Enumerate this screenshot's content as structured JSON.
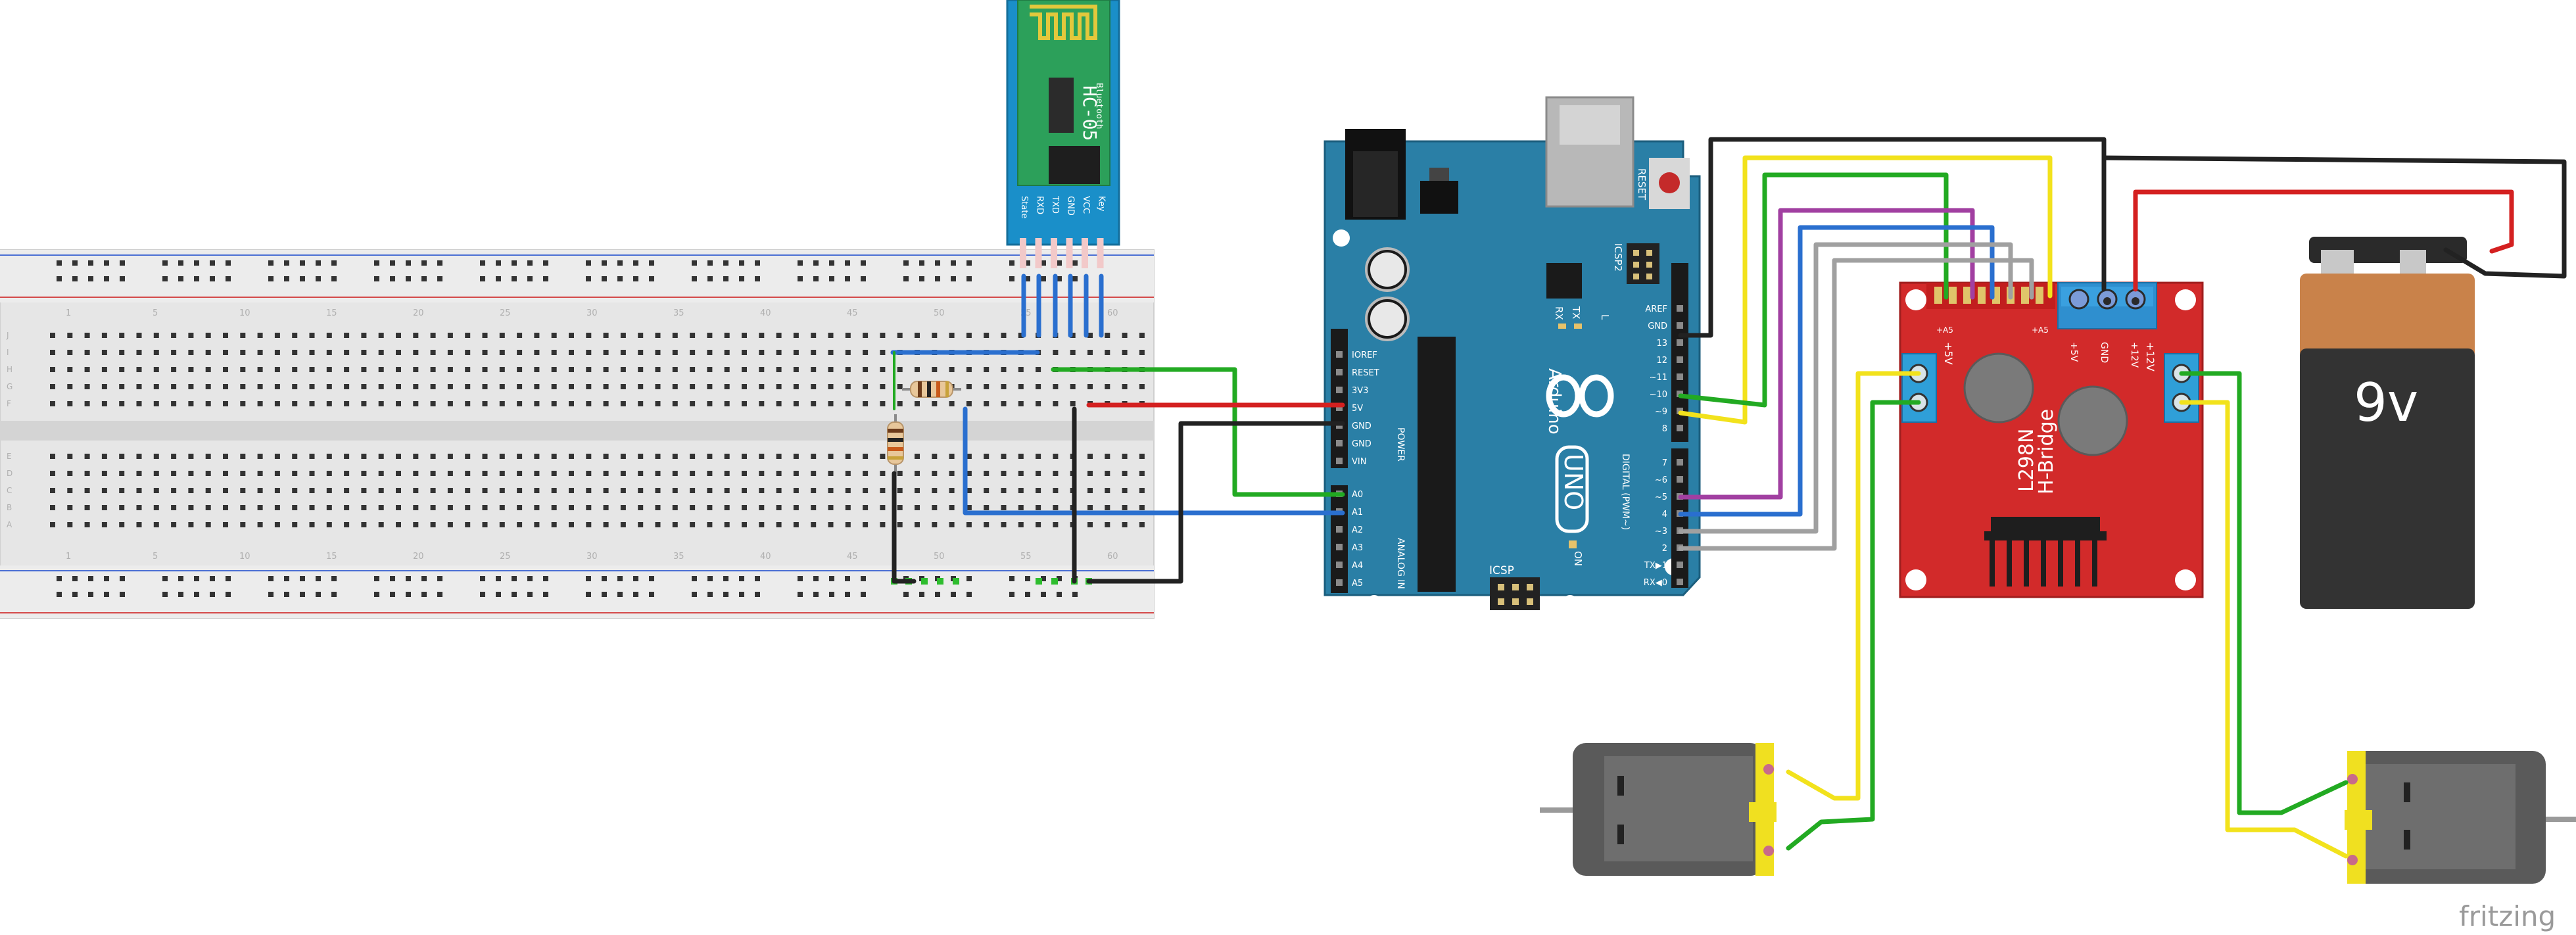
{
  "bluetooth": {
    "model": "HC-05",
    "sub": "Bluetooth",
    "pins": [
      "State",
      "RXD",
      "TXD",
      "GND",
      "VCC",
      "Key"
    ]
  },
  "arduino": {
    "brand": "Arduino",
    "model": "UNO",
    "icsp": "ICSP",
    "icsp2": "ICSP2",
    "reset": "RESET",
    "on": "ON",
    "tx": "TX",
    "rx": "RX",
    "l": "L",
    "power_label": "POWER",
    "analog_label": "ANALOG IN",
    "digital_label": "DIGITAL (PWM~)",
    "power_pins": [
      "IOREF",
      "RESET",
      "3V3",
      "5V",
      "GND",
      "GND",
      "VIN"
    ],
    "analog_pins": [
      "A0",
      "A1",
      "A2",
      "A3",
      "A4",
      "A5"
    ],
    "digital_top": [
      "AREF",
      "GND",
      "13",
      "12",
      "~11",
      "~10",
      "~9",
      "8"
    ],
    "digital_bottom": [
      "7",
      "~6",
      "~5",
      "4",
      "~3",
      "2",
      "TX▶1",
      "RX◀0"
    ]
  },
  "driver": {
    "model": "L298N",
    "name": "H-Bridge",
    "terminals": [
      "+5V",
      "GND",
      "+12V"
    ],
    "left_terminal": "+5V",
    "right_terminal": "+12V",
    "enable_a": "+A5",
    "enable_b": "+A5"
  },
  "battery": {
    "label": "9v"
  },
  "breadboard": {
    "col_numbers": [
      "1",
      "5",
      "10",
      "15",
      "20",
      "25",
      "30",
      "35",
      "40",
      "45",
      "50",
      "55",
      "60"
    ],
    "row_letters_top": [
      "J",
      "I",
      "H",
      "G",
      "F"
    ],
    "row_letters_bottom": [
      "E",
      "D",
      "C",
      "B",
      "A"
    ]
  },
  "watermark": "fritzing",
  "colors": {
    "wire_red": "#d42020",
    "wire_black": "#222222",
    "wire_green": "#22aa22",
    "wire_blue": "#2a6fcf",
    "wire_yellow": "#f2e21c",
    "wire_purple": "#a13fa1",
    "wire_gray": "#a0a0a0",
    "arduino_board": "#2a7fa6",
    "driver_board": "#d22a2a",
    "bt_board": "#1a8fc9",
    "battery_top": "#c9824a",
    "battery_body": "#333333"
  }
}
